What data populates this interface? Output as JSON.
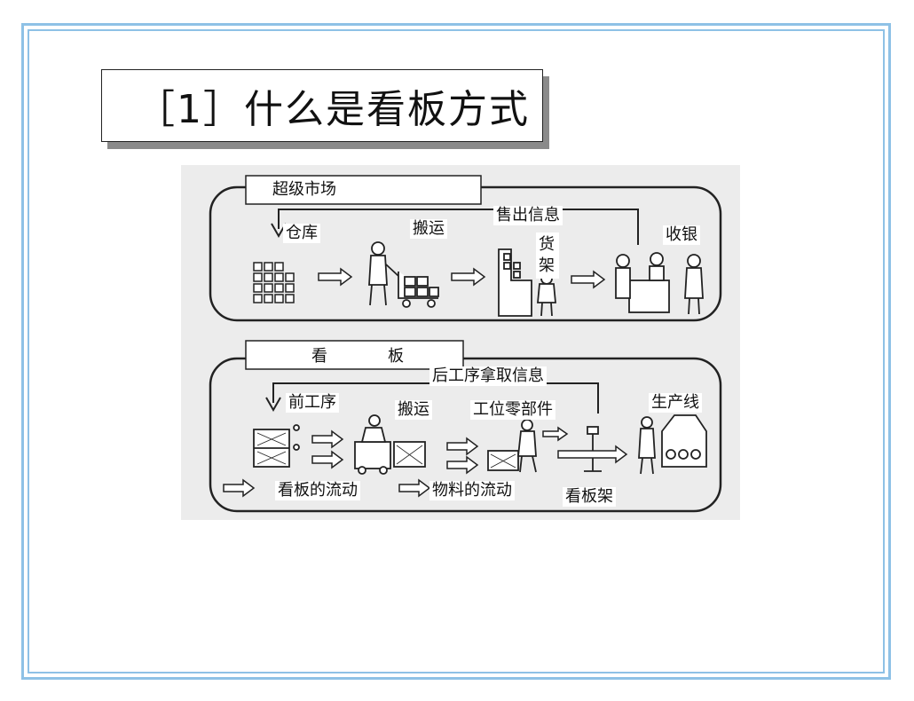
{
  "slide": {
    "title": "［1］什么是看板方式"
  },
  "diagram": {
    "top_section": {
      "header": "超级市场",
      "info_flow": "售出信息",
      "warehouse": "仓库",
      "transport": "搬运",
      "shelf": "货架",
      "cashier": "收银"
    },
    "bottom_section": {
      "header_left": "看",
      "header_right": "板",
      "info_flow": "后工序拿取信息",
      "prev_process": "前工序",
      "transport": "搬运",
      "workstation_parts": "工位零部件",
      "production_line": "生产线",
      "legend_kanban_flow": "看板的流动",
      "legend_material_flow": "物料的流动",
      "kanban_rack": "看板架"
    }
  }
}
